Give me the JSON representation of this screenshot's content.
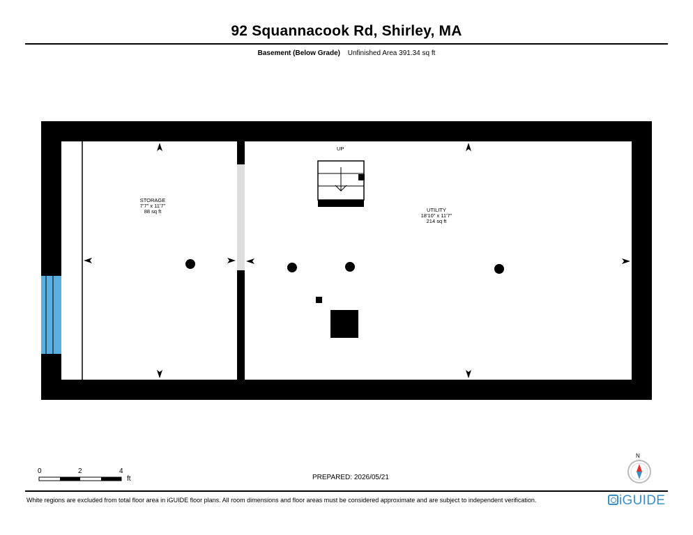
{
  "header": {
    "address": "92 Squannacook Rd, Shirley, MA",
    "level": "Basement (Below Grade)",
    "area": "Unfinished Area 391.34 sq ft"
  },
  "rooms": [
    {
      "name": "STORAGE",
      "dims": "7'7\" x 11'7\"",
      "area": "88 sq ft"
    },
    {
      "name": "UTILITY",
      "dims": "18'10\" x 11'7\"",
      "area": "214 sq ft"
    }
  ],
  "stairs": {
    "label": "UP"
  },
  "scale": {
    "ticks": [
      "0",
      "2",
      "4"
    ],
    "unit": "ft"
  },
  "compass": {
    "label": "N"
  },
  "prepared": "PREPARED: 2026/05/21",
  "footer": {
    "disclaimer": "White regions are excluded from total floor area in iGUIDE floor plans. All room dimensions and floor areas must be considered approximate and are subject to independent verification.",
    "brand": "iGUIDE"
  },
  "colors": {
    "wall": "#000000",
    "window": "#5aaee0",
    "door_opening": "#dddddd",
    "brand": "#3a8fc9",
    "compass_needle": "#e03030"
  }
}
